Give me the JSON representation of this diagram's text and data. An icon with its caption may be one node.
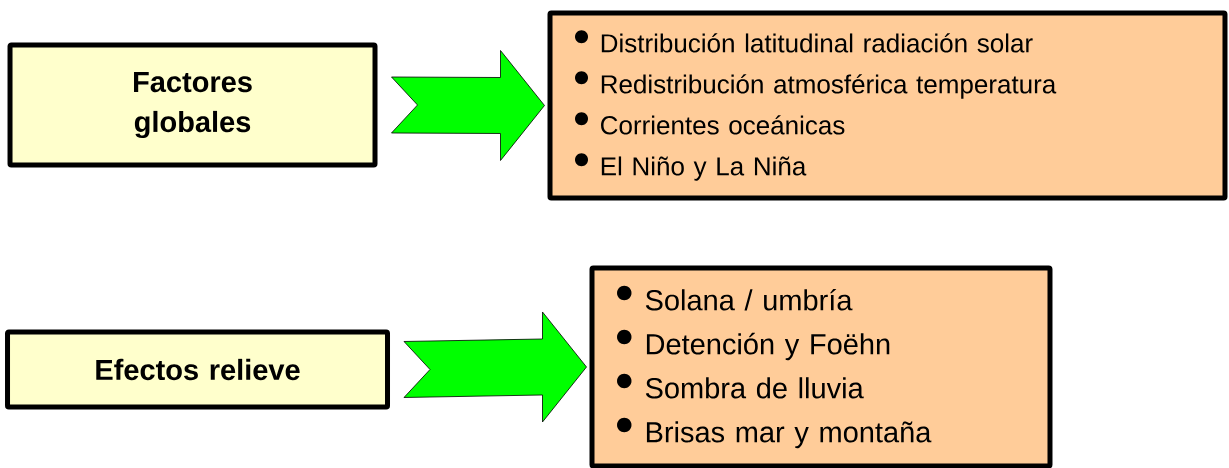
{
  "diagram": {
    "nodes": [
      {
        "text": [
          "Factores globales"
        ]
      },
      {
        "text": [
          "Distribución latitudinal radiación solar",
          "Redistribución atmosférica temperatura",
          "Corrientes oceánicas",
          "El Niño y La Niña"
        ]
      },
      {
        "text": [
          "Efectos relieve"
        ]
      },
      {
        "text": [
          "Solana / umbría",
          "Detención y Foëhn",
          "Sombra de lluvia",
          "Brisas mar y montaña"
        ]
      }
    ],
    "edges": [
      {
        "from": 0,
        "to": 1,
        "arrow": "to"
      },
      {
        "from": 2,
        "to": 3,
        "arrow": "to"
      }
    ]
  }
}
